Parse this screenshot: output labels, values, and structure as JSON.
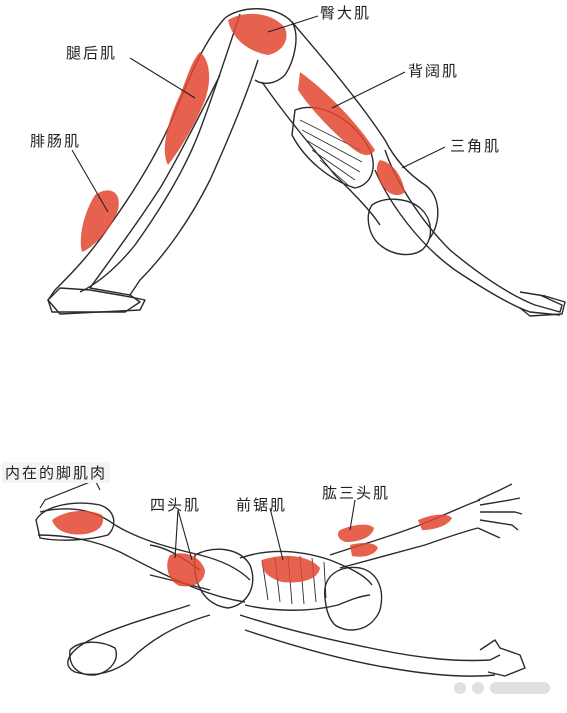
{
  "colors": {
    "muscle": "#e2452f",
    "muscle_light": "#f08a6f",
    "outline": "#2a2a2a",
    "skin": "#ffffff"
  },
  "top_figure": {
    "pose": "downward-facing dog",
    "labels": {
      "gluteus": "臀大肌",
      "hamstrings": "腿后肌",
      "latissimus": "背阔肌",
      "gastrocnemius": "腓肠肌",
      "deltoid": "三角肌"
    }
  },
  "bottom_figure": {
    "pose": "lying twist",
    "labels": {
      "intrinsic_foot": "内在的脚肌肉",
      "quadriceps": "四头肌",
      "serratus": "前锯肌",
      "triceps": "肱三头肌"
    }
  }
}
